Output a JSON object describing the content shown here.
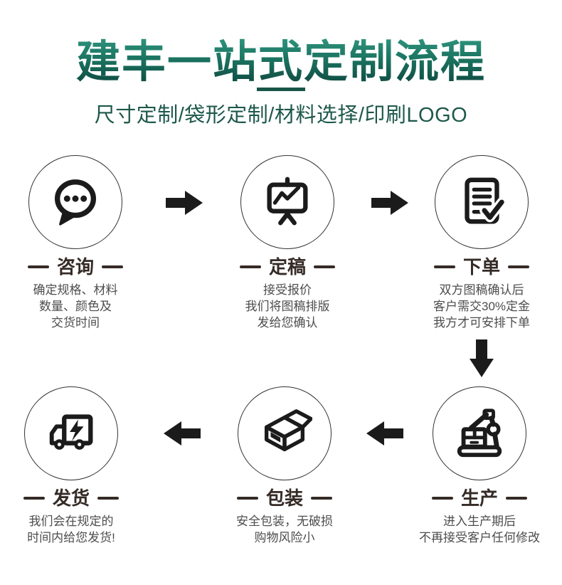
{
  "header": {
    "title": "建丰一站式定制流程",
    "subtitle": "尺寸定制/袋形定制/材料选择/印刷LOGO"
  },
  "colors": {
    "title_gradient_top": "#3ca78e",
    "title_gradient_bottom": "#0f4d43",
    "divider_green": "#175549",
    "subtitle_green": "#1d584a",
    "icon_black": "#1b1b1b",
    "label_dark": "#352b26",
    "description_gray": "#4d4d4d"
  },
  "steps": [
    {
      "icon": "chat-bubble-icon",
      "label": "咨询",
      "desc_lines": [
        "确定规格、材料",
        "数量、颜色及",
        "交货时间"
      ]
    },
    {
      "icon": "presentation-chart-icon",
      "label": "定稿",
      "desc_lines": [
        "接受报价",
        "我们将图稿排版",
        "发给您确认"
      ]
    },
    {
      "icon": "document-check-icon",
      "label": "下单",
      "desc_lines": [
        "双方图稿确认后",
        "客户需交30%定金",
        "我方才可安排下单"
      ]
    },
    {
      "icon": "delivery-truck-icon",
      "label": "发货",
      "desc_lines": [
        "我们会在规定的",
        "时间内给您发货!"
      ]
    },
    {
      "icon": "package-box-icon",
      "label": "包装",
      "desc_lines": [
        "安全包装，无破损",
        "购物风险小"
      ]
    },
    {
      "icon": "robot-arm-icon",
      "label": "生产",
      "desc_lines": [
        "进入生产期后",
        "不再接受客户任何修改"
      ]
    }
  ],
  "flow_order": [
    "咨询",
    "定稿",
    "下单",
    "生产",
    "包装",
    "发货"
  ]
}
